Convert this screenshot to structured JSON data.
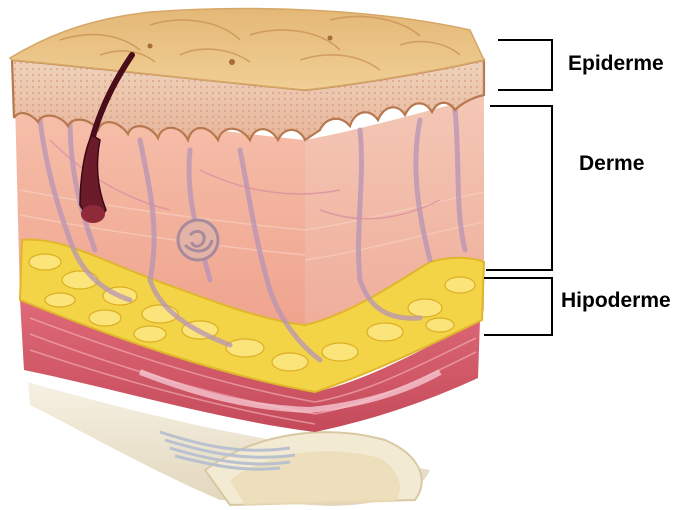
{
  "labels": {
    "epidermis": "Epiderme",
    "dermis": "Derme",
    "hypodermis": "Hipoderme"
  },
  "colors": {
    "surface": "#e9c184",
    "epidermis": "#ecc0a0",
    "dermis": "#f1a994",
    "fat": "#f3d44a",
    "muscle": "#d85c6c",
    "vessel": "#b794b6",
    "hair": "#4a0e1a",
    "bracket": "#000000"
  },
  "icons": [
    "skin-cross-section-illustration",
    "hair-shaft",
    "sweat-gland",
    "blood-vessel-network",
    "fat-lobules",
    "muscle-fascia",
    "tendon-fibers",
    "bone-cross-section"
  ]
}
